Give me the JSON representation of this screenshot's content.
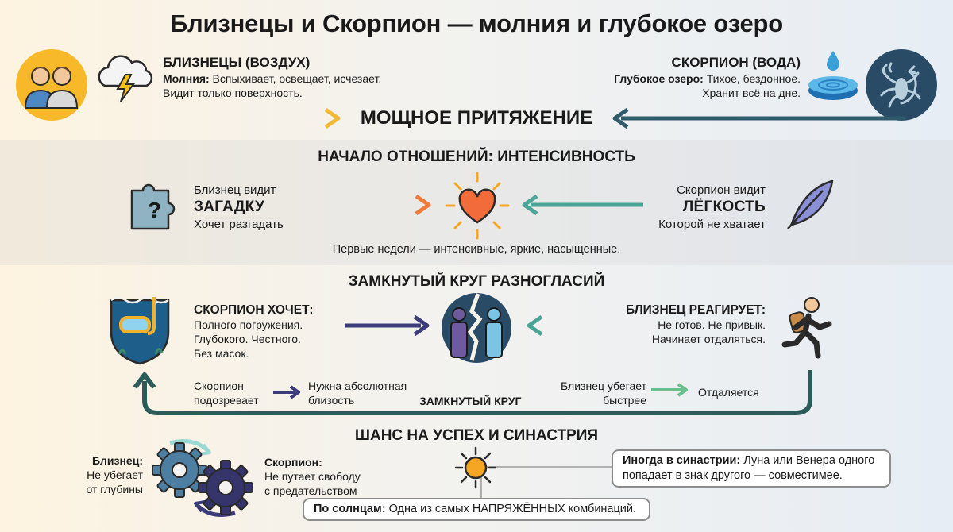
{
  "title": "Близнецы и Скорпион — молния и глубокое озеро",
  "gemini": {
    "heading": "БЛИЗНЕЦЫ (ВОЗДУХ)",
    "line1_bold": "Молния:",
    "line1": " Вспыхивает, освещает, исчезает.",
    "line2": "Видит только поверхность."
  },
  "scorpio": {
    "heading": "СКОРПИОН (ВОДА)",
    "line1_bold": "Глубокое озеро:",
    "line1": " Тихое, бездонное.",
    "line2": "Хранит всё на дне."
  },
  "attraction": "МОЩНОЕ ПРИТЯЖЕНИЕ",
  "start": {
    "title": "НАЧАЛО ОТНОШЕНИЙ: ИНТЕНСИВНОСТЬ",
    "left_line1": "Близнец видит",
    "left_big": "ЗАГАДКУ",
    "left_line3": "Хочет разгадать",
    "right_line1": "Скорпион видит",
    "right_big": "ЛЁГКОСТЬ",
    "right_line3": "Которой не хватает",
    "caption": "Первые недели — интенсивные, яркие, насыщенные."
  },
  "cycle": {
    "title": "ЗАМКНУТЫЙ КРУГ РАЗНОГЛАСИЙ",
    "left_heading": "СКОРПИОН ХОЧЕТ:",
    "left_lines": [
      "Полного погружения.",
      "Глубокого. Честного.",
      "Без масок."
    ],
    "right_heading": "БЛИЗНЕЦ РЕАГИРУЕТ:",
    "right_lines": [
      "Не готов. Не привык.",
      "Начинает отдаляться."
    ],
    "flow1_a": "Скорпион",
    "flow1_b": "подозревает",
    "flow2_a": "Нужна абсолютная",
    "flow2_b": "близость",
    "loop_label": "ЗАМКНУТЫЙ КРУГ",
    "flow3_a": "Близнец убегает",
    "flow3_b": "быстрее",
    "flow4": "Отдаляется"
  },
  "chance": {
    "title": "ШАНС НА УСПЕХ И СИНАСТРИЯ",
    "gemini_bold": "Близнец:",
    "gemini_lines": [
      "Не убегает",
      "от глубины"
    ],
    "scorpio_bold": "Скорпион:",
    "scorpio_lines": [
      "Не путает свободу",
      "с предательством"
    ],
    "synastry_bold": "Иногда в синастрии:",
    "synastry_1": " Луна или Венера одного",
    "synastry_2": "попадает в знак другого — совместимее.",
    "sun_bold": "По солнцам:",
    "sun_text": " Одна из самых НАПРЯЖЁННЫХ комбинаций."
  },
  "colors": {
    "air_arrow": "#f3b73b",
    "water_arrow": "#2e5a6c",
    "cycle_arrow": "#2c5c59",
    "heart": "#f26b3a"
  }
}
